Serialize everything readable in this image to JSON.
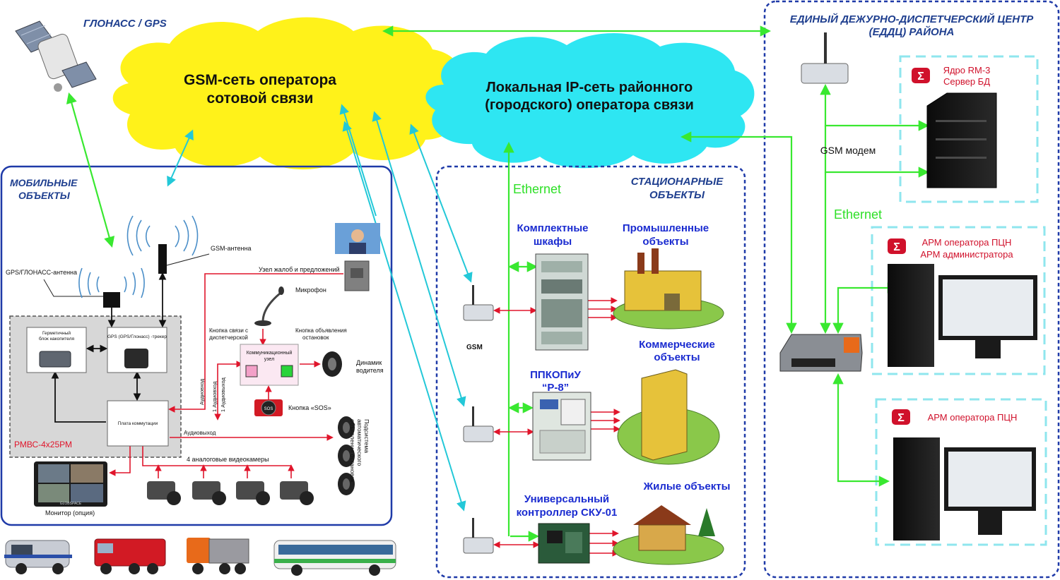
{
  "colors": {
    "link_green": "#39e830",
    "link_cyan": "#23c8d8",
    "link_red": "#e0152b",
    "link_black": "#111111",
    "gsm_cloud": "#fff21a",
    "ip_cloud": "#2ee6f2",
    "frame_blue": "#1f3aa8",
    "frame_cyan": "#8fe6ee",
    "title_blue": "#1f3f8f",
    "label_blue": "#1a2bd0"
  },
  "diagram": {
    "titles": {
      "glonass": "ГЛОНАСС / GPS",
      "mobile_line1": "МОБИЛЬНЫЕ",
      "mobile_line2": "ОБЪЕКТЫ",
      "stationary_line1": "СТАЦИОНАРНЫЕ",
      "stationary_line2": "ОБЪЕКТЫ",
      "center_line1": "ЕДИНЫЙ ДЕЖУРНО-ДИСПЕТЧЕРСКИЙ ЦЕНТР",
      "center_line2": "(ЕДДЦ) РАЙОНА"
    },
    "clouds": {
      "gsm_line1": "GSM-сеть оператора",
      "gsm_line2": "сотовой связи",
      "ip_line1": "Локальная IP-сеть районного",
      "ip_line2": "(городского) оператора связи"
    },
    "mobile": {
      "gps_antenna": "GPS/ГЛОНАСС-антенна",
      "gsm_antenna": "GSM-антенна",
      "complaints_node": "Узел жалоб и предложений",
      "microphone": "Микрофон",
      "dispatcher_button_line1": "Кнопка связи с",
      "dispatcher_button_line2": "диспетчерской",
      "stops_button_line1": "Кнопка объявления",
      "stops_button_line2": "остановок",
      "comm_node_line1": "Коммуникационный",
      "comm_node_line2": "узел",
      "driver_speaker_line1": "Динамик",
      "driver_speaker_line2": "водителя",
      "sealed_storage_line1": "Герметичный",
      "sealed_storage_line2": "блок накопителя",
      "tracker": "GPS (GPS/Глонасс) -трекер",
      "switch_board": "Плата коммутации",
      "recorder": "РМВС-4х25РМ",
      "audio_in": "Аудиовход",
      "audio_in_1": "1 Аудиовход",
      "audio_out_1": "1 Аудиовыход",
      "audio_out": "Аудиовыход",
      "sos_button": "Кнопка «SOS»",
      "sos_text": "SOS",
      "cameras": "4 аналоговые видеокамеры",
      "announce_line1": "Подсистема",
      "announce_line2": "автоматического",
      "announce_line3": "объявления остановок",
      "monitor": "Монитор (опция)",
      "monitor_brand": "GLOBSPACE"
    },
    "stationary": {
      "ethernet": "Ethernet",
      "cabinets_line1": "Комплектные",
      "cabinets_line2": "шкафы",
      "industrial_line1": "Промышленные",
      "industrial_line2": "объекты",
      "gsm": "GSM",
      "commercial_line1": "Коммерческие",
      "commercial_line2": "объекты",
      "ppk_line1": "ППКОПиУ",
      "ppk_line2": "“Р-8”",
      "controller_line1": "Универсальный",
      "controller_line2": "контроллер СКУ-01",
      "residential": "Жилые объекты"
    },
    "center": {
      "core_line1": "Ядро RM-3",
      "core_line2": "Сервер БД",
      "gsm_modem": "GSM модем",
      "ethernet": "Ethernet",
      "arm1_line1": "АРМ оператора ПЦН",
      "arm1_line2": "АРМ администратора",
      "arm2": "АРМ оператора ПЦН"
    }
  }
}
